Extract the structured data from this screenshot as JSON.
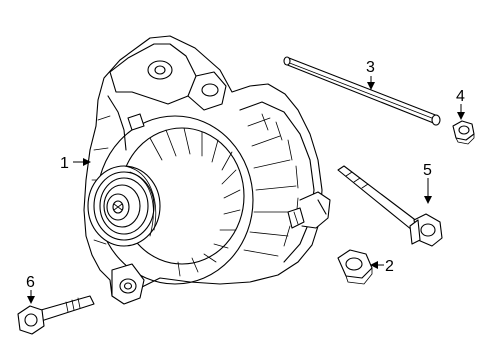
{
  "callouts": [
    {
      "id": "1",
      "label": "1",
      "part": "alternator"
    },
    {
      "id": "2",
      "label": "2",
      "part": "nut"
    },
    {
      "id": "3",
      "label": "3",
      "part": "long-stud"
    },
    {
      "id": "4",
      "label": "4",
      "part": "nut"
    },
    {
      "id": "5",
      "label": "5",
      "part": "bolt"
    },
    {
      "id": "6",
      "label": "6",
      "part": "bolt"
    }
  ]
}
